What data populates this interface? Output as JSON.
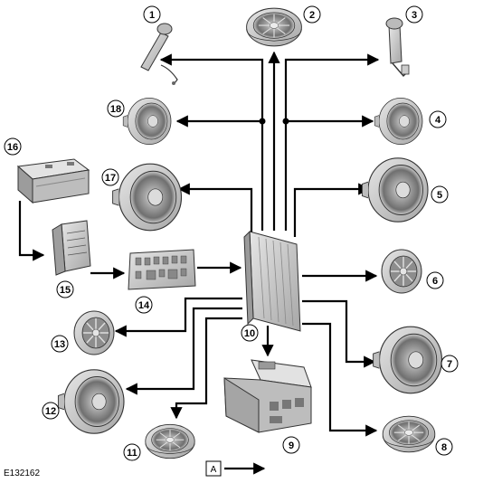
{
  "figure_code": "E132162",
  "legend_key": "A",
  "callouts": [
    "1",
    "2",
    "3",
    "4",
    "5",
    "6",
    "7",
    "8",
    "9",
    "10",
    "11",
    "12",
    "13",
    "14",
    "15",
    "16",
    "17",
    "18"
  ],
  "colors": {
    "wire": "#000000",
    "speaker_body": "#cfcfcf",
    "speaker_cone": "#9a9a9a",
    "module": "#c8c8c8",
    "battery_top": "#d9d9d9"
  },
  "components": [
    {
      "id": "1",
      "icon": "tweeter-bracket-icon"
    },
    {
      "id": "2",
      "icon": "speaker-icon"
    },
    {
      "id": "3",
      "icon": "tweeter-bracket-icon"
    },
    {
      "id": "4",
      "icon": "speaker-icon"
    },
    {
      "id": "5",
      "icon": "speaker-icon"
    },
    {
      "id": "6",
      "icon": "speaker-icon"
    },
    {
      "id": "7",
      "icon": "speaker-icon"
    },
    {
      "id": "8",
      "icon": "speaker-icon"
    },
    {
      "id": "9",
      "icon": "control-module-icon"
    },
    {
      "id": "10",
      "icon": "amplifier-icon"
    },
    {
      "id": "11",
      "icon": "speaker-icon"
    },
    {
      "id": "12",
      "icon": "speaker-icon"
    },
    {
      "id": "13",
      "icon": "speaker-icon"
    },
    {
      "id": "14",
      "icon": "fuse-box-icon"
    },
    {
      "id": "15",
      "icon": "relay-module-icon"
    },
    {
      "id": "16",
      "icon": "battery-icon"
    },
    {
      "id": "17",
      "icon": "speaker-icon"
    },
    {
      "id": "18",
      "icon": "speaker-icon"
    }
  ]
}
